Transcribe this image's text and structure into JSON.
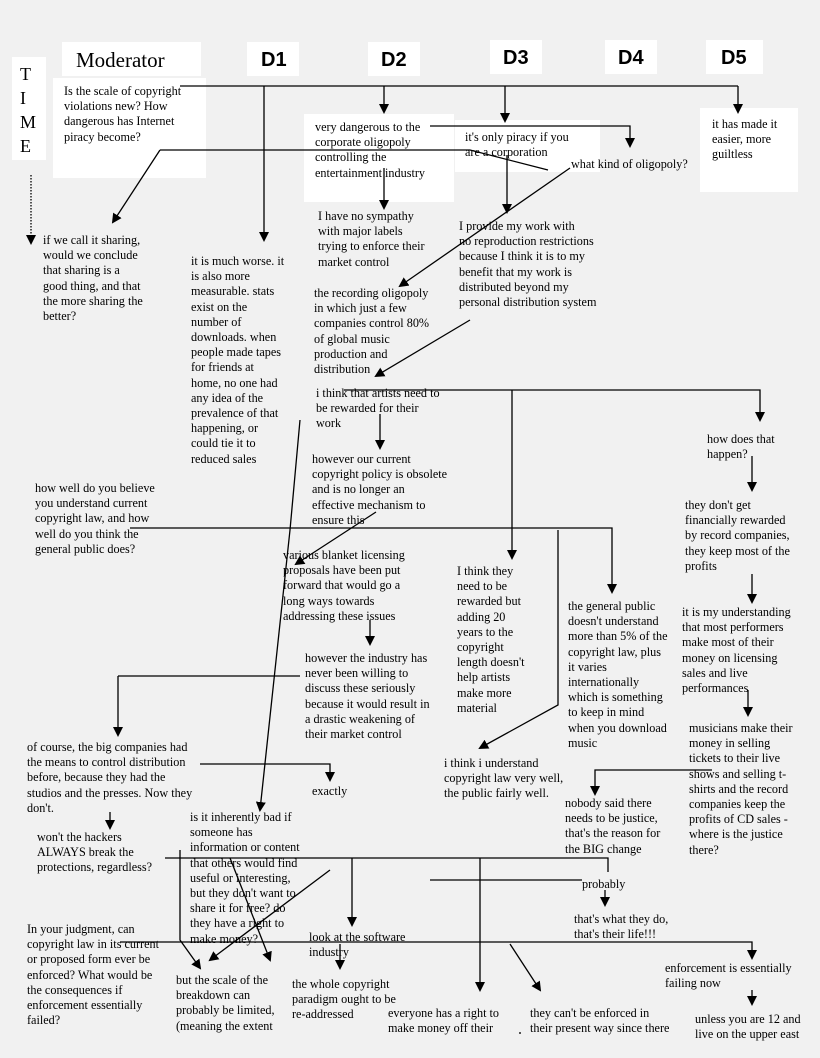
{
  "headers": {
    "moderator": "Moderator",
    "d1": "D1",
    "d2": "D2",
    "d3": "D3",
    "d4": "D4",
    "d5": "D5"
  },
  "time_letters": [
    "T",
    "I",
    "M",
    "E"
  ],
  "nodes": [
    {
      "id": "mod-q1",
      "text": "Is the scale of copyright\nviolations new? How\ndangerous has Internet\npiracy become?"
    },
    {
      "id": "d2-dangerous",
      "text": "very dangerous to the\ncorporate oligopoly\ncontrolling the\nentertainment industry"
    },
    {
      "id": "d3-piracy",
      "text": "it's only piracy if you\nare a corporation"
    },
    {
      "id": "d4-oligopoly-q",
      "text": "what kind of oligopoly?"
    },
    {
      "id": "d5-easier",
      "text": "it has made it\neasier, more\nguiltless"
    },
    {
      "id": "d2-sympathy",
      "text": "I have no sympathy\nwith major labels\ntrying to enforce their\nmarket control"
    },
    {
      "id": "d3-provide",
      "text": "I provide my work with\nno reproduction restrictions\nbecause I think it is to my\nbenefit that my work is\ndistributed beyond my\npersonal distribution system"
    },
    {
      "id": "mod-sharing",
      "text": "if we call it sharing,\nwould we conclude\nthat sharing is a\ngood thing, and that\nthe more sharing the\nbetter?"
    },
    {
      "id": "d1-worse",
      "text": "it is much worse. it\nis also more\nmeasurable. stats\nexist on the\nnumber of\ndownloads. when\npeople made tapes\nfor friends at\nhome, no one had\nany idea of the\nprevalence of that\nhappening, or\ncould tie it to\nreduced sales"
    },
    {
      "id": "d2-recording",
      "text": "the recording oligopoly\nin which just a few\ncompanies control 80%\nof global music\nproduction and\ndistribution"
    },
    {
      "id": "d2-artists",
      "text": "i think that artists need to\nbe rewarded for their\nwork"
    },
    {
      "id": "d5-how",
      "text": "how does that\nhappen?"
    },
    {
      "id": "d2-obsolete",
      "text": "however our current\ncopyright policy is obsolete\nand is no longer an\neffective mechanism to\nensure this"
    },
    {
      "id": "mod-understand",
      "text": "how well do you believe\nyou understand current\ncopyright law, and how\nwell do you think the\ngeneral public does?"
    },
    {
      "id": "d5-dont-get",
      "text": "they don't get\nfinancially rewarded\nby record companies,\nthey keep most of the\nprofits"
    },
    {
      "id": "d2-blanket",
      "text": "various blanket licensing\nproposals have been put\nforward that would go a\nlong ways towards\naddressing these issues"
    },
    {
      "id": "d3-rewarded",
      "text": "I think they\nneed to be\nrewarded but\nadding 20\nyears to the\ncopyright\nlength doesn't\nhelp artists\nmake more\nmaterial"
    },
    {
      "id": "d4-public",
      "text": "the general public\ndoesn't understand\nmore than 5% of the\ncopyright law, plus\nit varies\ninternationally\nwhich is something\nto keep in mind\nwhen you download\nmusic"
    },
    {
      "id": "d5-performers",
      "text": "it is my understanding\nthat most performers\nmake most of their\nmoney on licensing\nsales and live\nperformances"
    },
    {
      "id": "d2-industry",
      "text": "however the industry has\nnever been willing to\ndiscuss these seriously\nbecause it would result in\na drastic weakening of\ntheir market control"
    },
    {
      "id": "d5-musicians",
      "text": "musicians make their\nmoney in selling\ntickets to their live\nshows and selling t-\nshirts and the record\ncompanies keep the\nprofits of CD sales -\nwhere is the justice\nthere?"
    },
    {
      "id": "mod-big",
      "text": "of course, the big companies had\nthe means to control distribution\nbefore, because they had the\nstudios and the presses. Now they\ndon't."
    },
    {
      "id": "d3-understand",
      "text": "i think i understand\ncopyright law very well,\nthe public fairly well."
    },
    {
      "id": "d2-exactly",
      "text": "exactly"
    },
    {
      "id": "d4-justice",
      "text": "nobody said there\nneeds to be justice,\nthat's the reason for\nthe BIG change"
    },
    {
      "id": "mod-hackers",
      "text": "won't the hackers\nALWAYS break the\nprotections, regardless?"
    },
    {
      "id": "d1-inherently",
      "text": "is it inherently bad if\nsomeone has\ninformation or content\nthat others would find\nuseful or interesting,\nbut they don't want to\nshare it for free? do\nthey have a right to\nmake money?"
    },
    {
      "id": "d4-probably",
      "text": "probably"
    },
    {
      "id": "d4-thats",
      "text": "that's what they do,\nthat's their life!!!"
    },
    {
      "id": "mod-judgment",
      "text": "In your judgment, can\ncopyright law in its current\nor proposed form ever be\nenforced? What would be\nthe consequences if\nenforcement essentially\nfailed?"
    },
    {
      "id": "d2-software",
      "text": "look at the software\nindustry"
    },
    {
      "id": "d5-enforcement",
      "text": "enforcement is essentially\nfailing now"
    },
    {
      "id": "d1-scale",
      "text": "but the scale of the\nbreakdown can\nprobably be limited,\n(meaning the extent"
    },
    {
      "id": "d2-paradigm",
      "text": "the whole copyright\nparadigm ought to be\nre-addressed"
    },
    {
      "id": "d3-everyone",
      "text": "everyone has a right to\nmake money off their"
    },
    {
      "id": "d4-cant",
      "text": "they can't be enforced in\ntheir present way since there"
    },
    {
      "id": "d5-unless",
      "text": "unless you are 12 and\nlive on the upper east"
    }
  ]
}
